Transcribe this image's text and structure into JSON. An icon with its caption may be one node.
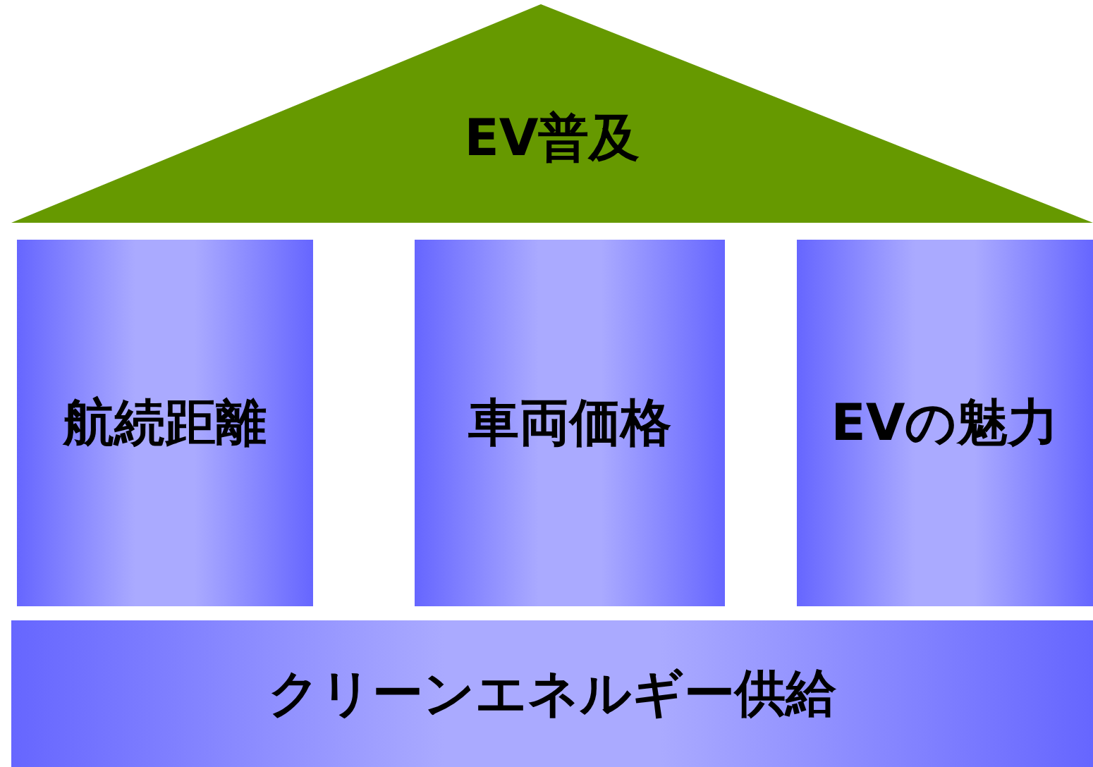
{
  "diagram": {
    "nodes": [
      {
        "text": [
          "EV普及"
        ]
      },
      {
        "text": [
          "航続距離"
        ]
      },
      {
        "text": [
          "車両価格"
        ]
      },
      {
        "text": [
          "EVの魅力"
        ]
      },
      {
        "text": [
          "クリーンエネルギー供給"
        ]
      }
    ]
  }
}
